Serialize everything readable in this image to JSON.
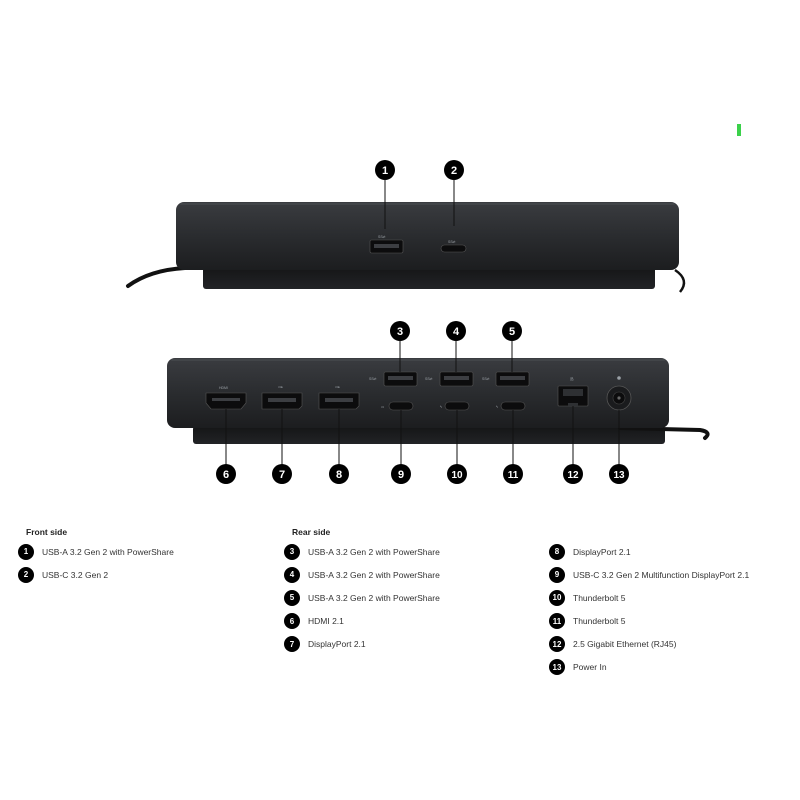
{
  "colors": {
    "dock_body": "#2b2d30",
    "port_fill": "#0c0c0d",
    "callout": "#000000",
    "indicator": "#3bd14a"
  },
  "callouts": {
    "c1": "1",
    "c2": "2",
    "c3": "3",
    "c4": "4",
    "c5": "5",
    "c6": "6",
    "c7": "7",
    "c8": "8",
    "c9": "9",
    "c10": "10",
    "c11": "11",
    "c12": "12",
    "c13": "13"
  },
  "ports": {
    "hdmi_label": "HDMI",
    "ss_label": "SS⇄"
  },
  "legend": {
    "front": {
      "heading": "Front side",
      "items": [
        {
          "num": "1",
          "text": "USB-A 3.2 Gen 2 with PowerShare"
        },
        {
          "num": "2",
          "text": "USB-C 3.2 Gen 2"
        }
      ]
    },
    "rear": {
      "heading": "Rear side",
      "items": [
        {
          "num": "3",
          "text": "USB-A 3.2 Gen 2 with PowerShare"
        },
        {
          "num": "4",
          "text": "USB-A 3.2 Gen 2 with PowerShare"
        },
        {
          "num": "5",
          "text": "USB-A 3.2 Gen 2 with PowerShare"
        },
        {
          "num": "6",
          "text": "HDMI 2.1"
        },
        {
          "num": "7",
          "text": "DisplayPort 2.1"
        }
      ]
    },
    "rear_cont": {
      "items": [
        {
          "num": "8",
          "text": "DisplayPort 2.1"
        },
        {
          "num": "9",
          "text": "USB-C 3.2 Gen 2 Multifunction DisplayPort 2.1"
        },
        {
          "num": "10",
          "text": "Thunderbolt 5"
        },
        {
          "num": "11",
          "text": "Thunderbolt 5"
        },
        {
          "num": "12",
          "text": "2.5 Gigabit Ethernet (RJ45)"
        },
        {
          "num": "13",
          "text": "Power In"
        }
      ]
    }
  }
}
